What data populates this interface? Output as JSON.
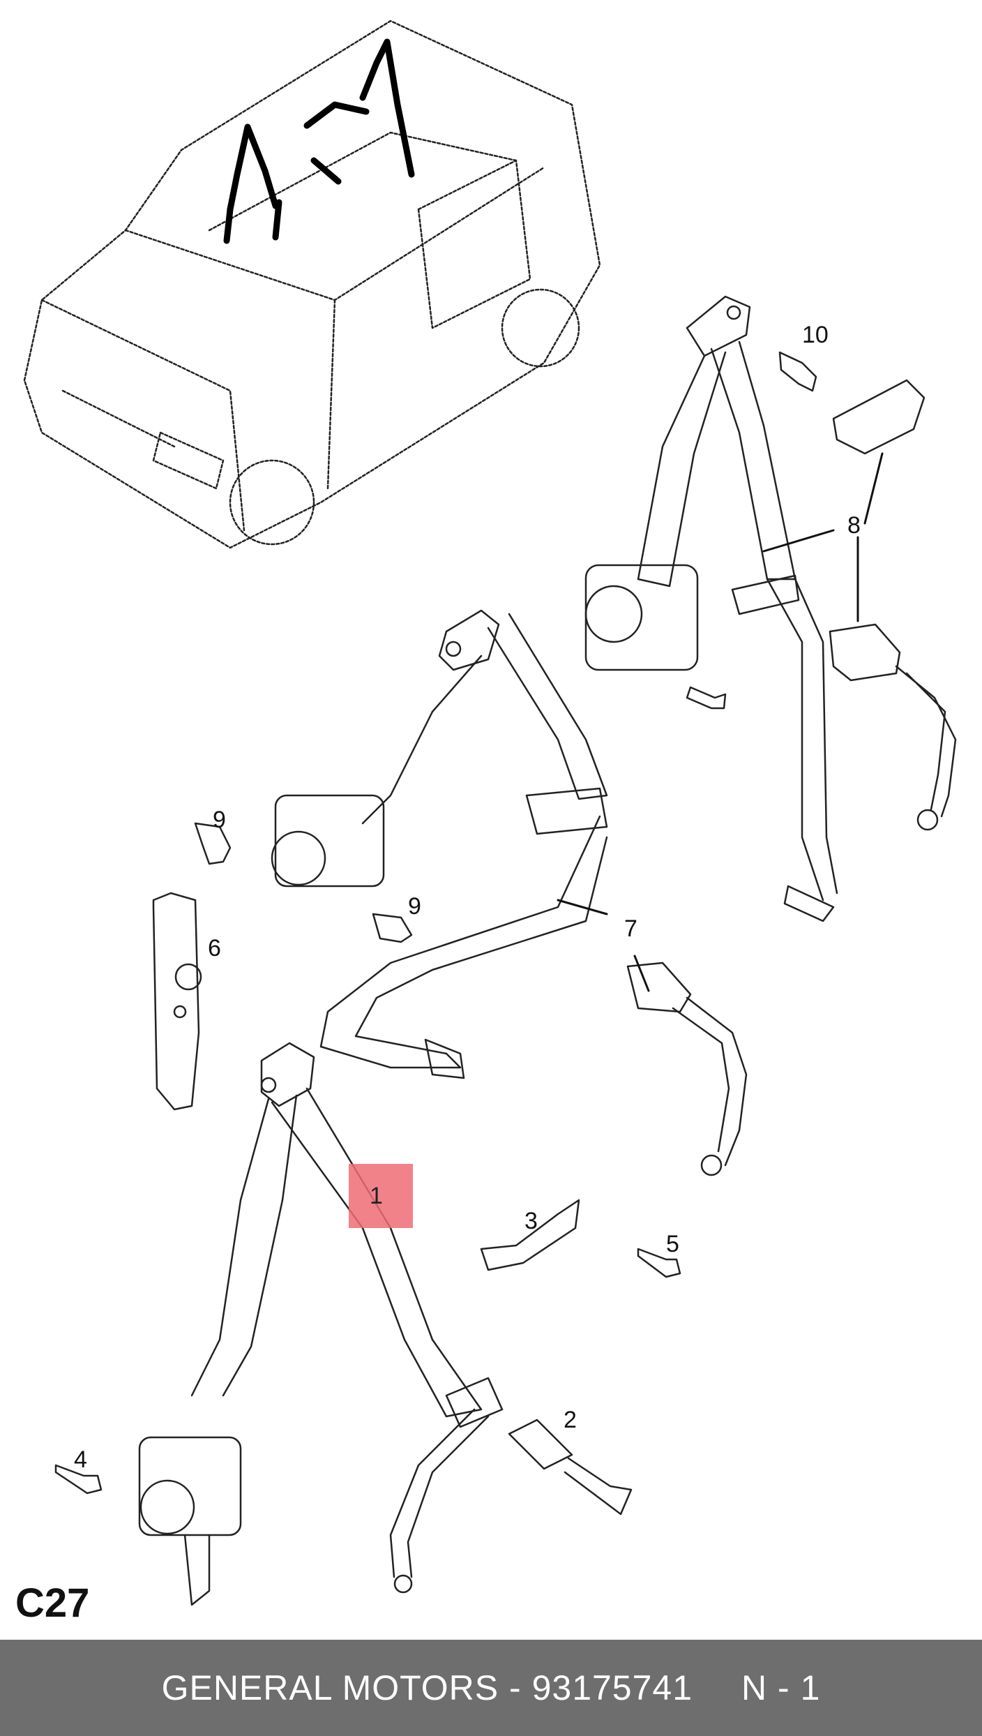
{
  "diagram": {
    "callouts": {
      "c1": "1",
      "c2": "2",
      "c3": "3",
      "c4": "4",
      "c5": "5",
      "c6": "6",
      "c7": "7",
      "c8": "8",
      "c9a": "9",
      "c9b": "9",
      "c10": "10"
    },
    "highlighted_part": "1",
    "highlight_color": "#ee6c76",
    "page_code": "C27"
  },
  "footer": {
    "brand": "GENERAL MOTORS",
    "separator": "-",
    "part_number": "93175741",
    "position": "N - 1",
    "background_color": "#6e6e6e"
  }
}
